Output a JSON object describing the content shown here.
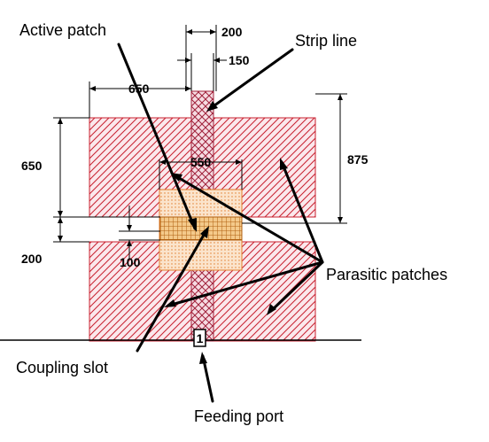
{
  "labels": {
    "active_patch": "Active patch",
    "strip_line": "Strip line",
    "parasitic_patches": "Parasitic patches",
    "coupling_slot": "Coupling slot",
    "feeding_port": "Feeding port"
  },
  "dimensions": {
    "d200_top": "200",
    "d150": "150",
    "d650_horizontal": "650",
    "d650_vertical": "650",
    "d875": "875",
    "d550": "550",
    "d200_left": "200",
    "d100": "100"
  },
  "port": {
    "label": "1"
  },
  "colors": {
    "parasitic": "#c8202f",
    "strip": "#a0203a",
    "active": "#e07b2a",
    "slot": "#b06010",
    "ink": "#000000"
  }
}
